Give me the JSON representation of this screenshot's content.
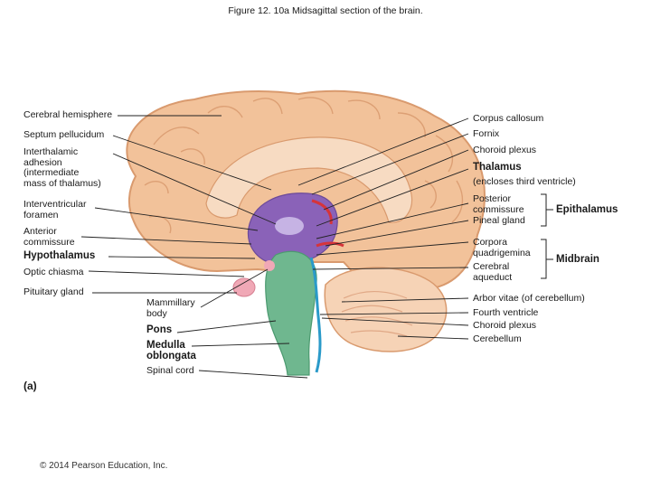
{
  "figure_title": "Figure 12. 10a Midsagittal section of the brain.",
  "part_label": "(a)",
  "credit": "© 2014 Pearson Education, Inc.",
  "labels_left": [
    {
      "text": "Cerebral hemisphere",
      "bold": false
    },
    {
      "text": "Septum pellucidum",
      "bold": false
    },
    {
      "text": "Interthalamic\nadhesion\n(intermediate\nmass of thalamus)",
      "bold": false
    },
    {
      "text": "Interventricular\nforamen",
      "bold": false
    },
    {
      "text": "Anterior\ncommissure",
      "bold": false
    },
    {
      "text": "Hypothalamus",
      "bold": true
    },
    {
      "text": "Optic chiasma",
      "bold": false
    },
    {
      "text": "Pituitary gland",
      "bold": false
    }
  ],
  "labels_center": [
    {
      "text": "Mammillary\nbody",
      "bold": false
    },
    {
      "text": "Pons",
      "bold": true
    },
    {
      "text": "Medulla\noblongata",
      "bold": true
    },
    {
      "text": "Spinal cord",
      "bold": false
    }
  ],
  "labels_right": [
    {
      "text": "Corpus callosum",
      "bold": false
    },
    {
      "text": "Fornix",
      "bold": false
    },
    {
      "text": "Choroid plexus",
      "bold": false
    },
    {
      "text": "Thalamus",
      "bold": true
    },
    {
      "text": "(encloses third ventricle)",
      "bold": false
    },
    {
      "text": "Posterior\ncommissure",
      "bold": false
    },
    {
      "text": "Pineal gland",
      "bold": false
    },
    {
      "text": "Corpora\nquadrigemina",
      "bold": false
    },
    {
      "text": "Cerebral\naqueduct",
      "bold": false
    },
    {
      "text": "Arbor vitae (of cerebellum)",
      "bold": false
    },
    {
      "text": "Fourth ventricle",
      "bold": false
    },
    {
      "text": "Choroid plexus",
      "bold": false
    },
    {
      "text": "Cerebellum",
      "bold": false
    }
  ],
  "groups": [
    {
      "text": "Epithalamus"
    },
    {
      "text": "Midbrain"
    }
  ],
  "colors": {
    "cortex": "#f2c29a",
    "cortex_dark": "#d99a6e",
    "thalamus": "#8a62b8",
    "ventricle": "#a9a9d8",
    "brainstem": "#6fb78f",
    "cerebellum": "#f6d3b6",
    "aqueduct": "#2a9ac9",
    "choroid": "#d6343a",
    "pituitary": "#f0a8b6",
    "leader": "#222222"
  },
  "icons": {
    "bracket": "group-bracket-icon"
  }
}
